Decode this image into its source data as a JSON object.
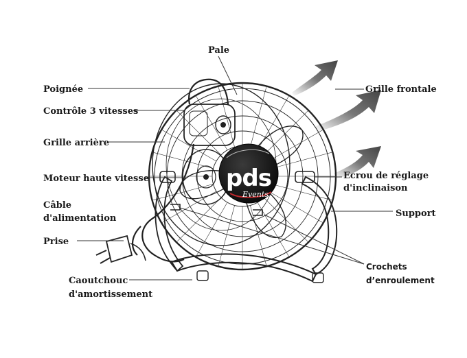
{
  "labels": {
    "pale": "Pale",
    "poignee": "Poignée",
    "controle": "Contrôle 3 vitesses",
    "grille_arriere": "Grille arrière",
    "moteur": "Moteur haute vitesse",
    "cable_1": "Câble",
    "cable_2": "d'alimentation",
    "prise": "Prise",
    "caoutchouc_1": "Caoutchouc",
    "caoutchouc_2": "d'amortissement",
    "grille_frontale": "Grille frontale",
    "ecrou_1": "Ecrou de réglage",
    "ecrou_2": "d'inclinaison",
    "support": "Support",
    "crochets_1": "Crochets",
    "crochets_2": "d’enroulement"
  },
  "logo": {
    "main_text": "pds",
    "sub_text": "Events"
  },
  "colors": {
    "ink": "#222222",
    "arrow": "#555555",
    "logo_bg": "#111111",
    "logo_accent": "#c0282d"
  }
}
